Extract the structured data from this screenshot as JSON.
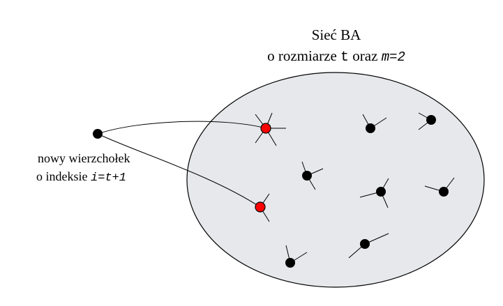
{
  "title": {
    "line1": "Sieć BA",
    "line2_prefix": "o rozmiarze ",
    "line2_var_t": "t",
    "line2_mid": " oraz ",
    "line2_var_m": "m=2"
  },
  "new_vertex_label": {
    "line1": "nowy wierzchołek",
    "line2_prefix": "o indeksie ",
    "line2_formula": "i=t+1"
  },
  "colors": {
    "network_fill": "#e6e8ec",
    "outline": "#000000",
    "node": "#000000",
    "selected_node": "#ff0000"
  }
}
